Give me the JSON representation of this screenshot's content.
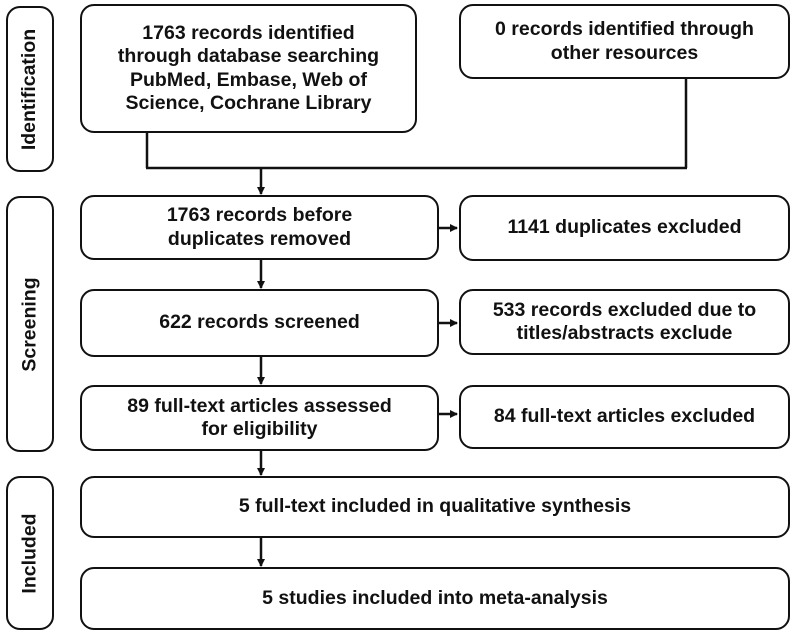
{
  "stages": {
    "identification": "Identification",
    "screening": "Screening",
    "included": "Included"
  },
  "boxes": {
    "db_search": "1763 records identified\nthrough database searching\nPubMed, Embase, Web of\nScience, Cochrane Library",
    "other_sources": "0 records identified through\nother resources",
    "before_dup": "1763 records before\nduplicates removed",
    "duplicates": "1141 duplicates excluded",
    "screened": "622 records screened",
    "excluded_titles": "533 records excluded due to\ntitles/abstracts exclude",
    "fulltext_assessed": "89 full-text articles assessed\nfor eligibility",
    "fulltext_excluded": "84 full-text articles excluded",
    "qualitative": "5 full-text included in qualitative synthesis",
    "meta": "5 studies included into meta-analysis"
  }
}
